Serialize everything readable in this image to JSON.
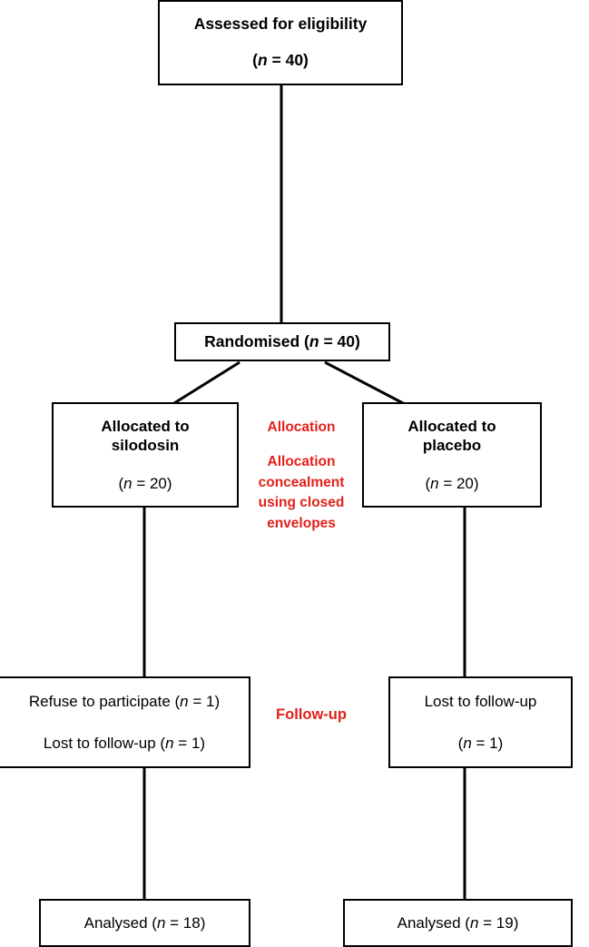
{
  "diagram": {
    "type": "consort-flow-diagram",
    "title": "CONSORT participant flow",
    "colors": {
      "box_border": "#000000",
      "text": "#000000",
      "annotation_red": "#e3201a",
      "background": "#ffffff"
    }
  },
  "nodes": {
    "eligibility": {
      "line1": "Assessed for eligibility",
      "line2_prefix": "(",
      "line2_italic": "n",
      "line2_suffix": " = 40)",
      "n": 40
    },
    "randomised": {
      "label": "Randomised (",
      "italic": "n",
      "suffix": " = 40)",
      "n": 40
    },
    "allocated_silodosin": {
      "line1": "Allocated to",
      "line2": "silodosin",
      "line3_prefix": "(",
      "line3_italic": "n",
      "line3_suffix": " = 20)",
      "n": 20
    },
    "allocated_placebo": {
      "line1": "Allocated to",
      "line2": "placebo",
      "line3_prefix": "(",
      "line3_italic": "n",
      "line3_suffix": " = 20)",
      "n": 20
    },
    "followup_left": {
      "line1_prefix": "Refuse to participate (",
      "line1_italic": "n",
      "line1_suffix": " = 1)",
      "line2_prefix": "Lost to follow-up (",
      "line2_italic": "n",
      "line2_suffix": " = 1)",
      "refused_n": 1,
      "lost_n": 1
    },
    "followup_right": {
      "line1": "Lost to follow-up",
      "line2_prefix": "(",
      "line2_italic": "n",
      "line2_suffix": " = 1)",
      "lost_n": 1
    },
    "analysed_left": {
      "prefix": "Analysed (",
      "italic": "n",
      "suffix": " = 18)",
      "n": 18
    },
    "analysed_right": {
      "prefix": "Analysed (",
      "italic": "n",
      "suffix": " = 19)",
      "n": 19
    }
  },
  "annotations": {
    "allocation": {
      "heading": "Allocation",
      "detail_line1": "Allocation",
      "detail_line2": "concealment",
      "detail_line3": "using closed",
      "detail_line4": "envelopes"
    },
    "followup": {
      "heading": "Follow-up"
    }
  }
}
